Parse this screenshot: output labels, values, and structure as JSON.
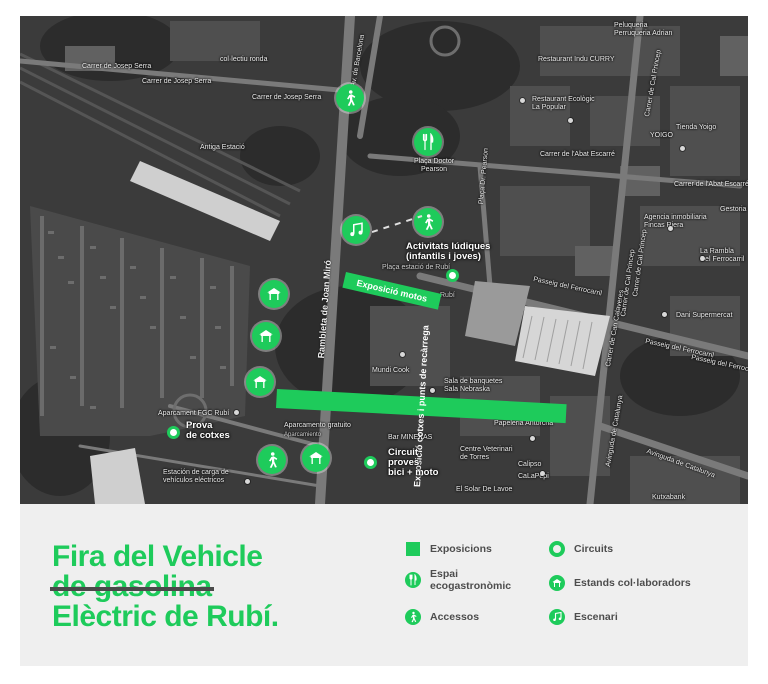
{
  "map": {
    "streets": {
      "josep_serra_1": "Carrer de Josep Serra",
      "josep_serra_2": "Carrer de Josep Serra",
      "josep_serra_3": "Carrer de Josep Serra",
      "av_barcelona": "Av. de Barcelona",
      "princep_1": "Carrer de Cal Princep",
      "princep_2": "Carrer de Cal Princep",
      "princep_3": "Carrer de Cal Princep",
      "abat_1": "Carrer de l'Abat Escarré",
      "abat_2": "Carrer de l'Abat Escarré",
      "pearson": "Plaça Dr. Pearson",
      "ferrocarril_1": "Passeig del Ferrocarril",
      "ferrocarril_2": "Passeig del Ferrocarril",
      "ferrocarril_3": "Passeig del Ferrocarril",
      "canalyes_1": "Carrer de Can Calaveres",
      "catalunya_1": "Avinguda de Catalunya",
      "catalunya_2": "Avinguda de Catalunya"
    },
    "places": {
      "collectiu": "col·lectiu ronda",
      "antiga": "Antiga Estació",
      "pearson": "Plaça Doctor\nPearson",
      "placa_estacio": "Plaça estació de Rubí",
      "rubi": "Rubí",
      "fgc": "Aparcament FGC Rubí",
      "gratuit": "Aparcamento gratuito",
      "gratuit_sub": "Aparcamiento",
      "carga": "Estación de carga de\nvehículos eléctricos",
      "mundi": "Mundi Cook",
      "banquetes": "Sala de banquetes\nSala Nebraska",
      "minekas": "Bar MINEKAS",
      "papeleria": "Papeleria Antorcha",
      "veterinari": "Centre Veterinari\nde Torres",
      "calipso": "Calipso",
      "solar": "El Solar De Lavoe",
      "capepi": "CaLaPepi",
      "kutxabank": "Kutxabank",
      "peluqueria": "Peluqueria\nPerruqueria Adrian",
      "curry": "Restaurant Indu CURRY",
      "ecologic": "Restaurant Ecològic\nLa Popular",
      "yoigo": "YOIGO",
      "tienda": "Tienda Yoigo",
      "agencia": "Agencia inmobiliaria\nFincas Riera",
      "gestoria": "Gestoria",
      "rambla_fc": "La Rambla\nDel Ferrocarril",
      "dani": "Dani Supermercat"
    },
    "bands": {
      "cotxes": "Exposició cotxes i punts de recàrrega",
      "rambla": "Rambleta de Joan Miró",
      "motos": "Exposició motos"
    },
    "markers": {
      "activitats": "Activitats lúdiques\n(infantils i joves)",
      "prova": "Prova\nde cotxes",
      "circuit": "Circuit\nproves\nbici + moto"
    }
  },
  "title": {
    "line1": "Fira del Vehicle",
    "line2": "de gasolina",
    "line3": "Elèctric de Rubí."
  },
  "legend": {
    "exposicions": "Exposicions",
    "circuits": "Circuits",
    "espai": "Espai\necogastronòmic",
    "estands": "Estands col·laboradors",
    "accessos": "Accessos",
    "escenari": "Escenari"
  },
  "colors": {
    "accent": "#1ecb5b",
    "legend_bg": "#efefef",
    "strike": "#4a4a4a"
  }
}
